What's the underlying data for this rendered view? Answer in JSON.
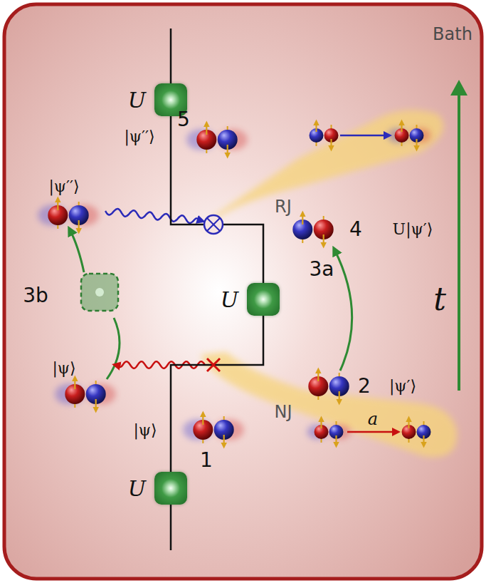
{
  "diagram": {
    "nodes": [
      {
        "text": [
          "U"
        ]
      },
      {
        "text": [
          "U"
        ]
      },
      {
        "text": [
          "U"
        ]
      }
    ],
    "edges": [
      {
        "from": 2,
        "to": 1,
        "arrow": "none"
      },
      {
        "from": 1,
        "to": 0,
        "arrow": "none"
      }
    ],
    "labels": [
      "Bath",
      "5",
      "|ψ′′⟩",
      "|ψ′′⟩",
      "RJ",
      "4",
      "U|ψ′⟩",
      "3a",
      "3b",
      "t",
      "2",
      "|ψ′⟩",
      "|ψ⟩",
      "NJ",
      "a",
      "|ψ⟩",
      "1"
    ]
  }
}
